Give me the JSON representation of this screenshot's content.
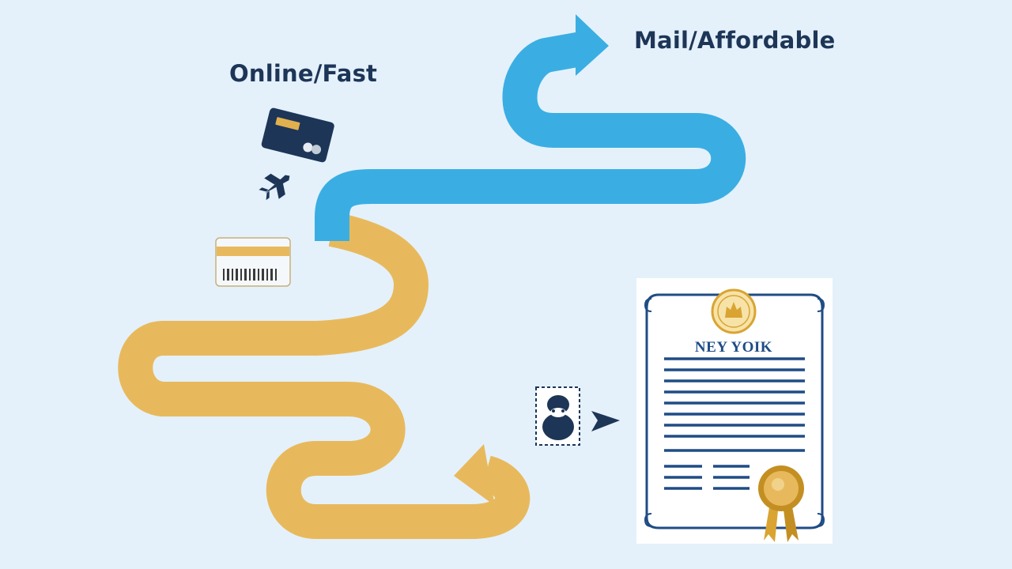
{
  "labels": {
    "mail_route": "Mail/Affordable",
    "online_route": "Online/Fast"
  },
  "certificate": {
    "title": "NEY YOIK"
  },
  "icons": [
    "credit-card-icon",
    "plane-icon",
    "barcode-card-icon",
    "stamp-icon",
    "arrow-right-icon",
    "certificate-icon",
    "seal-emblem-icon",
    "award-ribbon-icon"
  ],
  "colors": {
    "background": "#e4f1fb",
    "mail_path": "#3aaee3",
    "online_path": "#e8b95c",
    "navy": "#1d3557",
    "gold": "#d9a432"
  }
}
